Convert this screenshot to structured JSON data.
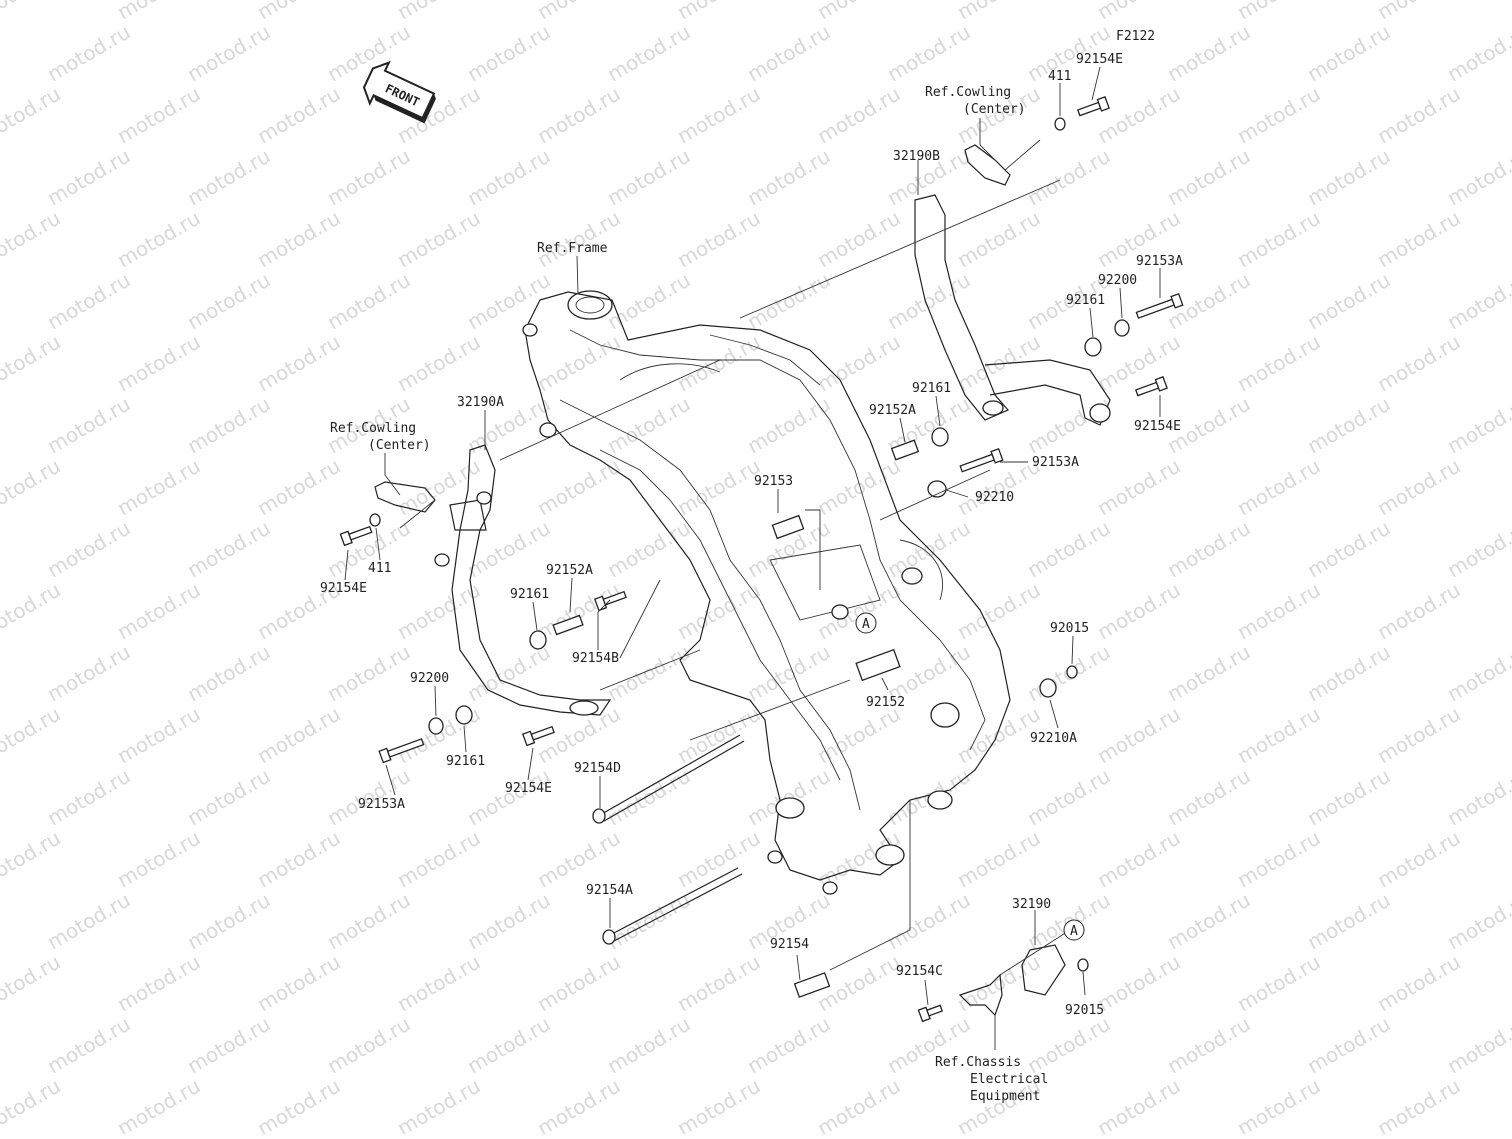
{
  "figure_code": "F2122",
  "front_arrow_label": "FRONT",
  "watermark": "motod.ru",
  "circle_ref": "A",
  "labels": {
    "p92154E_tr": "92154E",
    "p411_tr": "411",
    "ref_cowling_tr_1": "Ref.Cowling",
    "ref_cowling_tr_2": "(Center)",
    "p32190B": "32190B",
    "ref_frame": "Ref.Frame",
    "p92153A_r": "92153A",
    "p92200_r": "92200",
    "p92161_r1": "92161",
    "p92161_r2": "92161",
    "p92152A_r": "92152A",
    "p92154E_r": "92154E",
    "p92153A_r2": "92153A",
    "p92210": "92210",
    "p92153": "92153",
    "ref_cowling_l_1": "Ref.Cowling",
    "ref_cowling_l_2": "(Center)",
    "p32190A": "32190A",
    "p411_l": "411",
    "p92154E_l": "92154E",
    "p92152A_l": "92152A",
    "p92161_l": "92161",
    "p92154B": "92154B",
    "p92200_l": "92200",
    "p92161_l2": "92161",
    "p92153A_l": "92153A",
    "p92154E_l2": "92154E",
    "p92154D": "92154D",
    "p92152": "92152",
    "p92015_r": "92015",
    "p92210A": "92210A",
    "p92154A": "92154A",
    "p92154": "92154",
    "p32190": "32190",
    "p92154C": "92154C",
    "p92015_b": "92015",
    "ref_chassis_1": "Ref.Chassis",
    "ref_chassis_2": "Electrical",
    "ref_chassis_3": "Equipment"
  }
}
